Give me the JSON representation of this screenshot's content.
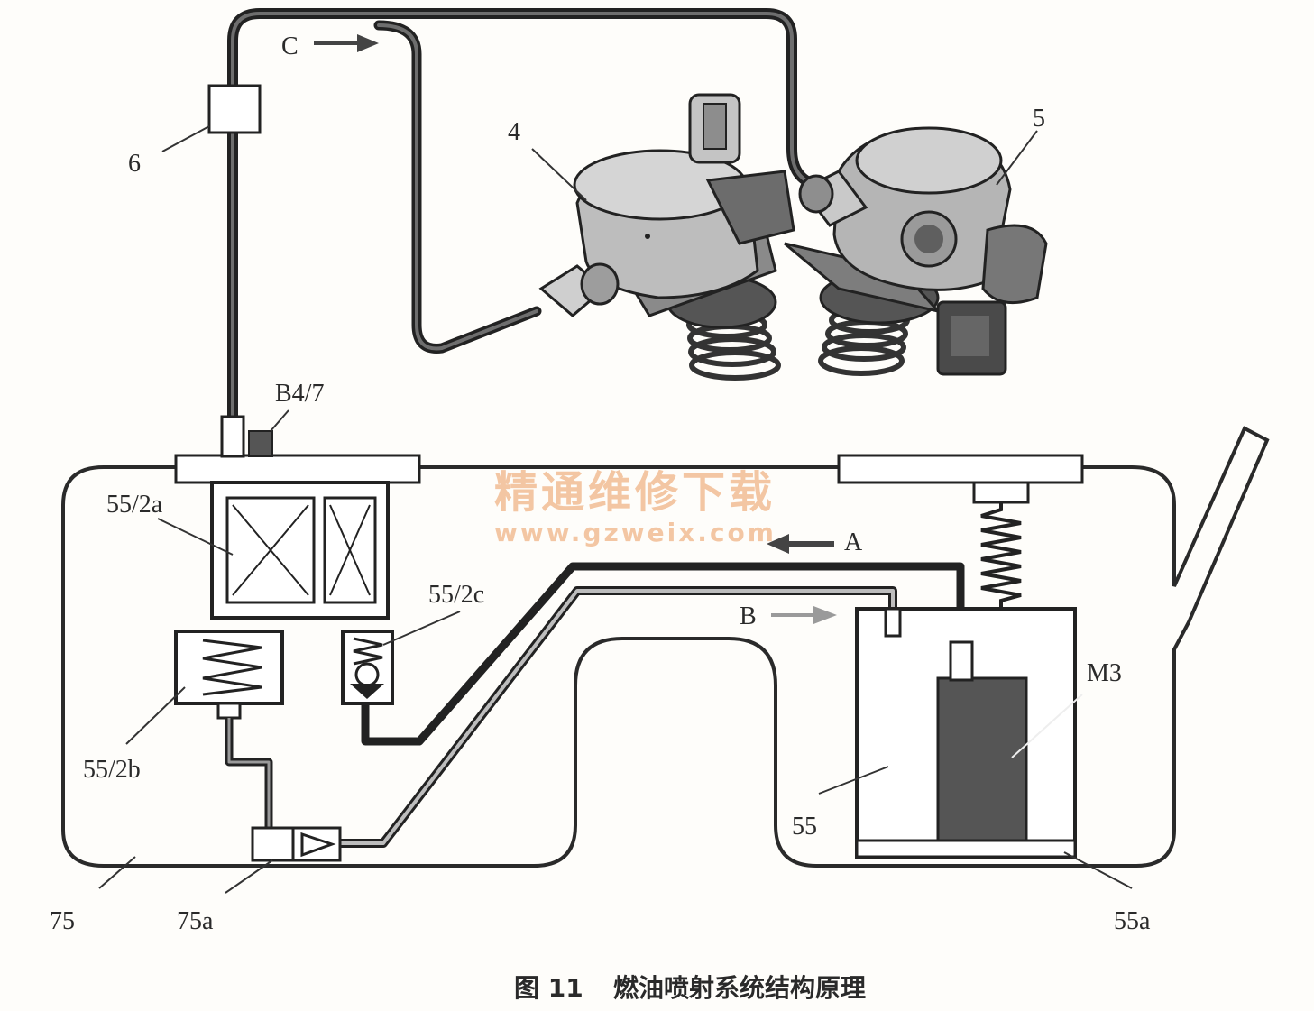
{
  "labels": {
    "c": "C",
    "a": "A",
    "b": "B",
    "n6": "6",
    "n4": "4",
    "n5": "5",
    "b47": "B4/7",
    "p55_2a": "55/2a",
    "p55_2b": "55/2b",
    "p55_2c": "55/2c",
    "m3": "M3",
    "p55": "55",
    "p55a": "55a",
    "p75": "75",
    "p75a": "75a"
  },
  "watermark": {
    "title": "精通维修下载",
    "url": "www.gzweix.com"
  },
  "caption": {
    "figure": "图 11",
    "text": "燃油喷射系统结构原理"
  }
}
